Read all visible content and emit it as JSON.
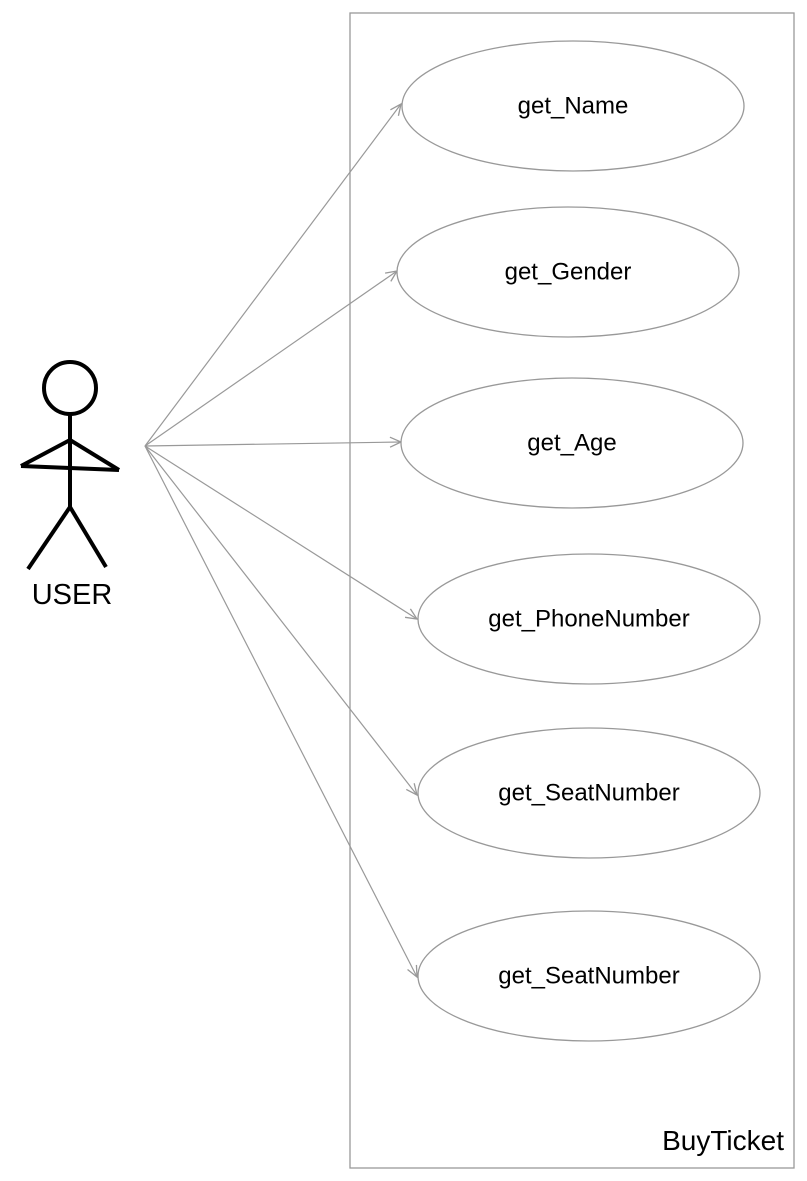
{
  "actor": {
    "name": "USER"
  },
  "system": {
    "name": "BuyTicket"
  },
  "use_cases": [
    {
      "label": "get_Name"
    },
    {
      "label": "get_Gender"
    },
    {
      "label": "get_Age"
    },
    {
      "label": "get_PhoneNumber"
    },
    {
      "label": "get_SeatNumber"
    },
    {
      "label": "get_SeatNumber"
    }
  ],
  "colors": {
    "line": "#999999",
    "actor": "#000000",
    "text": "#000000"
  }
}
